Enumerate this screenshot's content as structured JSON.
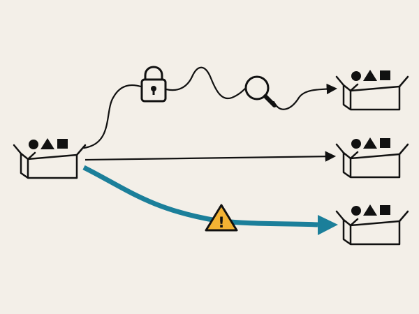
{
  "diagram": {
    "colors": {
      "background": "#f3efe8",
      "ink": "#111111",
      "teal": "#1b7f9a",
      "warning": "#f2b233"
    },
    "nodes": [
      {
        "id": "source",
        "icon": "box-with-shapes-icon",
        "contents": [
          "circle",
          "triangle",
          "square"
        ]
      },
      {
        "id": "target-top",
        "icon": "box-with-shapes-icon",
        "contents": [
          "circle",
          "triangle",
          "square"
        ]
      },
      {
        "id": "target-middle",
        "icon": "box-with-shapes-icon",
        "contents": [
          "circle",
          "triangle",
          "square"
        ]
      },
      {
        "id": "target-bottom",
        "icon": "box-with-shapes-icon",
        "contents": [
          "circle",
          "triangle",
          "square"
        ]
      }
    ],
    "edges": [
      {
        "from": "source",
        "to": "target-top",
        "style": "thin-wavy-black",
        "icons": [
          "padlock-icon",
          "magnifier-icon"
        ]
      },
      {
        "from": "source",
        "to": "target-middle",
        "style": "thin-straight-black",
        "icons": []
      },
      {
        "from": "source",
        "to": "target-bottom",
        "style": "thick-curved-teal",
        "icons": [
          "warning-icon"
        ]
      }
    ],
    "warning_symbol": "!"
  }
}
